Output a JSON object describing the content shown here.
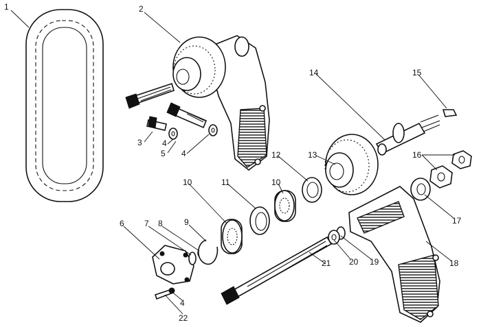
{
  "callouts": [
    {
      "id": "c1",
      "text": "1"
    },
    {
      "id": "c2",
      "text": "2"
    },
    {
      "id": "c3",
      "text": "3"
    },
    {
      "id": "c4a",
      "text": "4"
    },
    {
      "id": "c5",
      "text": "5"
    },
    {
      "id": "c4b",
      "text": "4"
    },
    {
      "id": "c6",
      "text": "6"
    },
    {
      "id": "c7",
      "text": "7"
    },
    {
      "id": "c8",
      "text": "8"
    },
    {
      "id": "c9",
      "text": "9"
    },
    {
      "id": "c10a",
      "text": "10"
    },
    {
      "id": "c11",
      "text": "11"
    },
    {
      "id": "c10b",
      "text": "10"
    },
    {
      "id": "c12",
      "text": "12"
    },
    {
      "id": "c13",
      "text": "13"
    },
    {
      "id": "c14",
      "text": "14"
    },
    {
      "id": "c15",
      "text": "15"
    },
    {
      "id": "c16",
      "text": "16"
    },
    {
      "id": "c17",
      "text": "17"
    },
    {
      "id": "c18",
      "text": "18"
    },
    {
      "id": "c19",
      "text": "19"
    },
    {
      "id": "c20",
      "text": "20"
    },
    {
      "id": "c21",
      "text": "21"
    },
    {
      "id": "c4c",
      "text": "4"
    },
    {
      "id": "c22",
      "text": "22"
    }
  ]
}
